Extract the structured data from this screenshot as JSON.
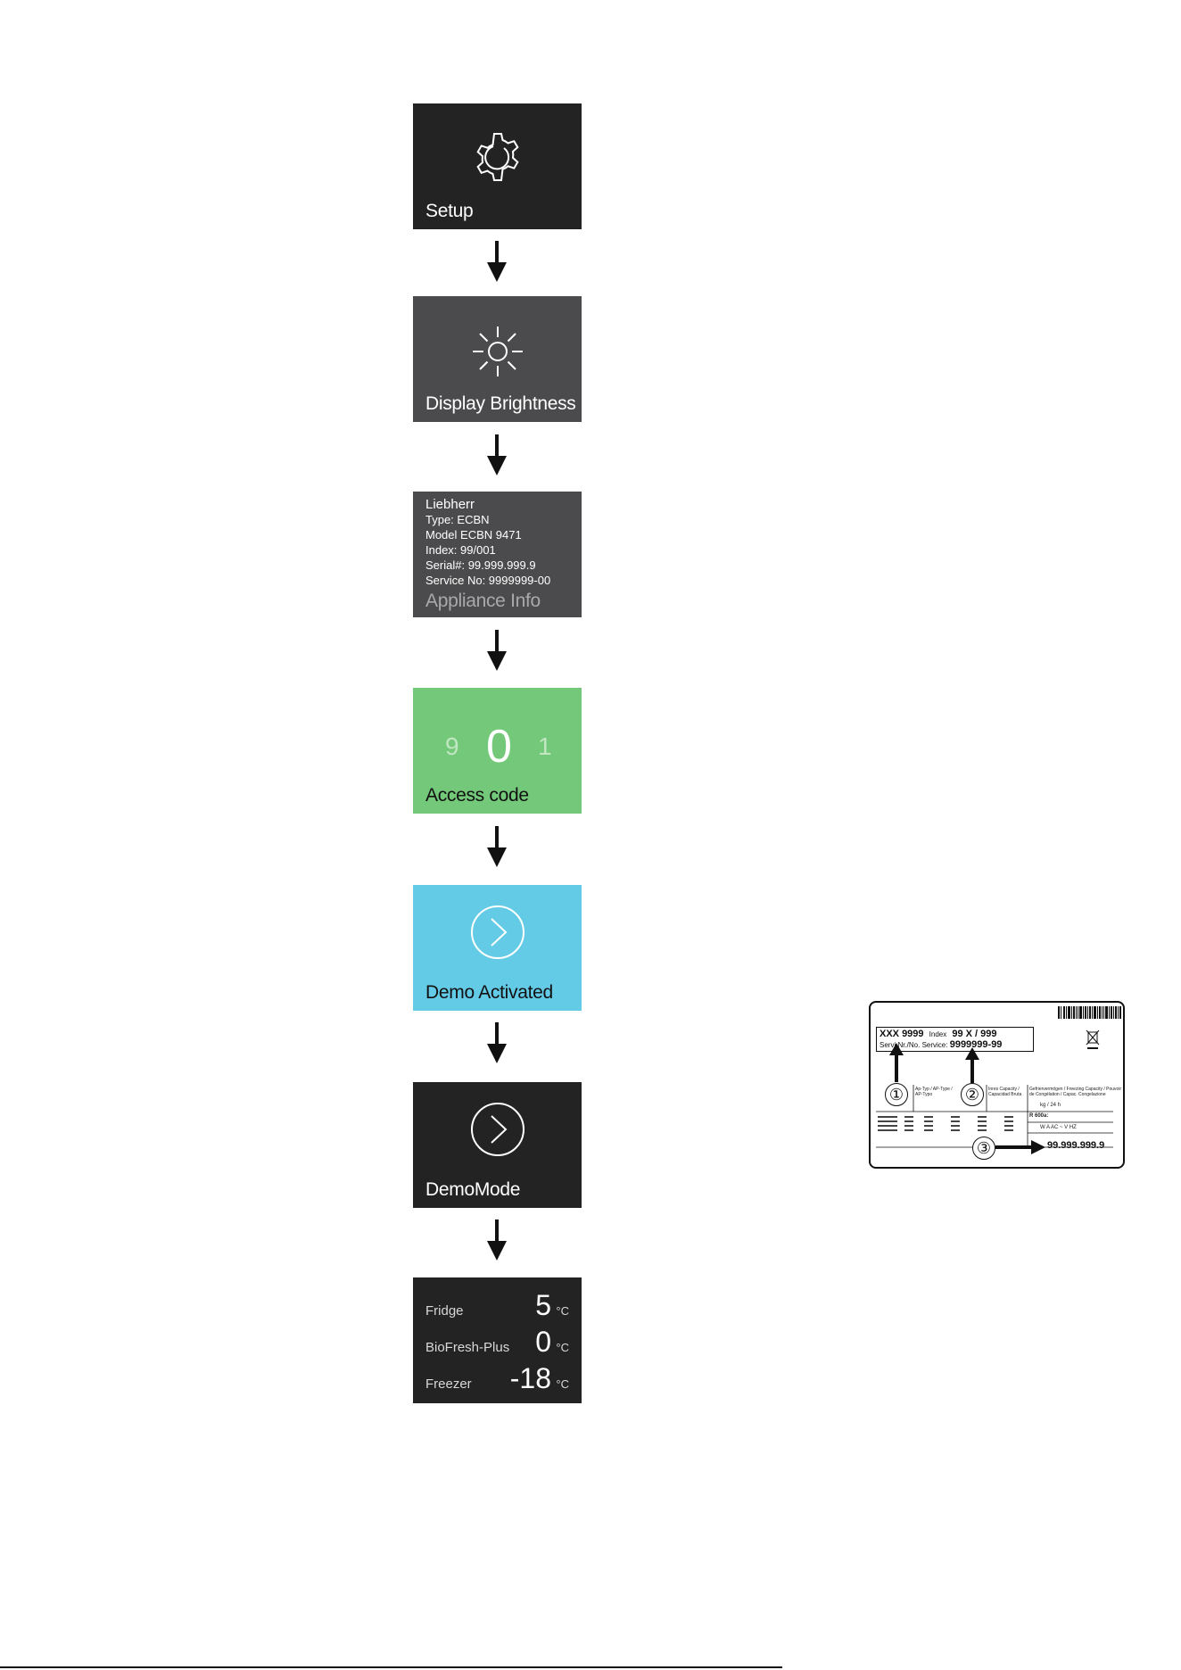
{
  "screens": {
    "setup": {
      "label": "Setup",
      "icon": "gear-icon"
    },
    "brightness": {
      "label": "Display Brightness",
      "icon": "sun-icon"
    },
    "info": {
      "label": "Appliance Info",
      "lines": [
        "Liebherr",
        "Type: ECBN",
        "Model ECBN 9471",
        "Index: 99/001",
        "Serial#: 99.999.999.9",
        "Service No: 9999999-00"
      ]
    },
    "code": {
      "label": "Access code",
      "prev": "9",
      "current": "0",
      "next": "1",
      "color": "#73c879"
    },
    "demo_activated": {
      "label": "Demo Activated",
      "icon": "chevron-circle-icon",
      "color": "#63cbe6"
    },
    "demo_mode": {
      "label": "DemoMode",
      "icon": "chevron-circle-icon"
    },
    "temps": {
      "rows": [
        {
          "name": "Fridge",
          "value": "5",
          "unit": "°C"
        },
        {
          "name": "BioFresh-Plus",
          "value": "0",
          "unit": "°C"
        },
        {
          "name": "Freezer",
          "value": "-18",
          "unit": "°C"
        }
      ]
    }
  },
  "nameplate": {
    "model": "XXX 9999",
    "index_label": "Index",
    "index_value": "99 X / 999",
    "service_label": "Servi   Nr./No. Service:",
    "service_value": "9999999-99",
    "serial": "99.999.999.9",
    "markers": [
      "①",
      "②",
      "③"
    ],
    "fine_print": {
      "a": "Ap-Typ / AP-Type / AP-Typo",
      "b": "Inres Capacity / Capacidad Bruta",
      "c": "Gefriervermögen / Freezing Capacity / Pouvoir de Congélation / Capac. Congelazione",
      "d": "kg / 24 h",
      "e": "R 600a:",
      "f": "W  A  AC  ~  V  HZ"
    }
  }
}
